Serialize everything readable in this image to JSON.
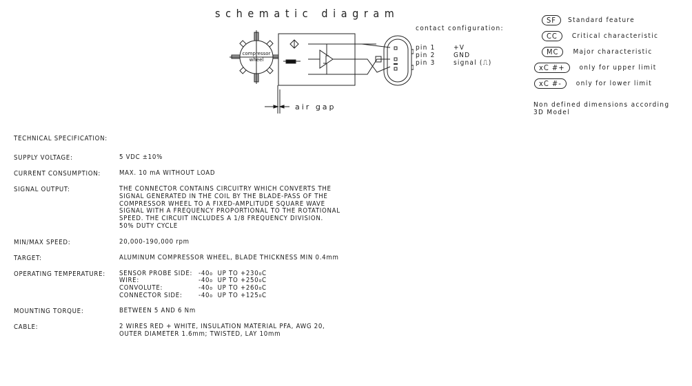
{
  "schematic": {
    "title": "schematic diagram",
    "wheel_label_line1": "compressor",
    "wheel_label_line2": "wheel",
    "air_gap_label": "air gap"
  },
  "contact_configuration": {
    "title": "contact configuration:",
    "pins": [
      {
        "pin": "pin 1",
        "function": "+V"
      },
      {
        "pin": "pin 2",
        "function": "GND"
      },
      {
        "pin": "pin 3",
        "function": "signal (⎍)"
      }
    ]
  },
  "legend": {
    "items": [
      {
        "badge": "SF",
        "label": "Standard feature"
      },
      {
        "badge": "CC",
        "label": "Critical characteristic"
      },
      {
        "badge": "MC",
        "label": "Major characteristic"
      },
      {
        "badge": "xC #+",
        "label": "only for upper limit"
      },
      {
        "badge": "xC #-",
        "label": "only for lower limit"
      }
    ],
    "note": "Non defined dimensions according\n3D Model"
  },
  "technical_specification": {
    "heading": "TECHNICAL SPECIFICATION:",
    "rows": [
      {
        "label": "SUPPLY VOLTAGE:",
        "value": "5 VDC ±10%"
      },
      {
        "label": "CURRENT CONSUMPTION:",
        "value": "MAX. 10 mA WITHOUT LOAD"
      },
      {
        "label": "SIGNAL OUTPUT:",
        "value": "THE CONNECTOR CONTAINS CIRCUITRY WHICH CONVERTS THE\nSIGNAL GENERATED IN THE COIL BY THE BLADE-PASS OF THE\nCOMPRESSOR WHEEL TO A FIXED-AMPLITUDE SQUARE WAVE\nSIGNAL WITH A FREQUENCY PROPORTIONAL TO THE ROTATIONAL\nSPEED. THE CIRCUIT INCLUDES A 1/8 FREQUENCY DIVISION.\n50% DUTY CYCLE"
      },
      {
        "label": "MIN/MAX SPEED:",
        "value": "20,000-190,000 rpm"
      },
      {
        "label": "TARGET:",
        "value": "ALUMINUM COMPRESSOR WHEEL, BLADE THICKNESS MIN 0.4mm"
      }
    ],
    "operating_temperature": {
      "label": "OPERATING TEMPERATURE:",
      "entries": [
        {
          "part": "SENSOR PROBE SIDE:",
          "min": "-40",
          "max": "+230",
          "unit": "C"
        },
        {
          "part": "WIRE:",
          "min": "-40",
          "max": "+250",
          "unit": "C"
        },
        {
          "part": "CONVOLUTE:",
          "min": "-40",
          "max": "+260",
          "unit": "C"
        },
        {
          "part": "CONNECTOR SIDE:",
          "min": "-40",
          "max": "+125",
          "unit": "C"
        }
      ],
      "up_to": "UP TO"
    },
    "rows_after": [
      {
        "label": "MOUNTING TORQUE:",
        "value": "BETWEEN 5 AND 6 Nm"
      },
      {
        "label": "CABLE:",
        "value": "2 WIRES RED + WHITE, INSULATION MATERIAL PFA, AWG 20,\nOUTER DIAMETER 1.6mm; TWISTED, LAY 10mm"
      }
    ]
  }
}
